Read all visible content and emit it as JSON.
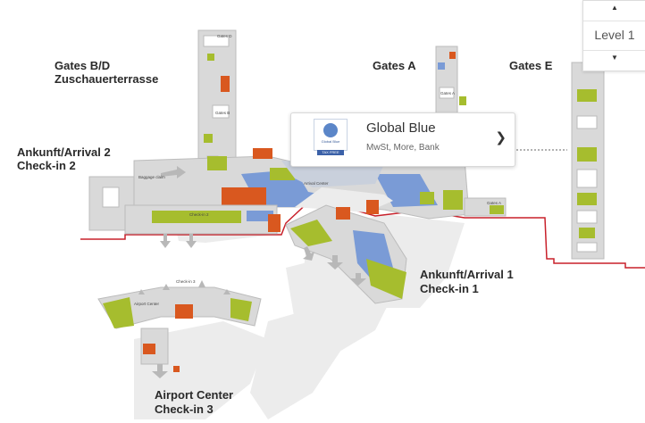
{
  "areas": {
    "gates_bd": "Gates B/D",
    "terrace": "Zuschauerterrasse",
    "gates_a": "Gates A",
    "gates_e": "Gates E",
    "arrival2": "Ankunft/Arrival 2",
    "checkin2": "Check-in 2",
    "arrival1": "Ankunft/Arrival 1",
    "checkin1": "Check-in 1",
    "airport_center": "Airport Center",
    "checkin3": "Check-in 3"
  },
  "popup": {
    "title": "Global Blue",
    "subtitle": "MwSt, More, Bank",
    "logo_text": "Global Blue",
    "logo_badge": "TAX FREE"
  },
  "level": {
    "label": "Level 1",
    "up_icon": "▲",
    "down_icon": "▼"
  },
  "colors": {
    "building": "#dcdcdc",
    "green": "#a6bd2e",
    "orange": "#d9581f",
    "blue": "#7a9bd6",
    "walkway": "#ececec",
    "boundary": "#c8202a"
  },
  "small_labels": {
    "gates_bd_top": "Gates D",
    "gates_b": "Gates B",
    "gates_a_small": "Gates A",
    "gates_a_south": "Gates A",
    "checkin2_small": "Check-in 2",
    "airport_center_small": "Airport Center",
    "arrival_center": "Arrival Center",
    "baggage": "Baggage claim",
    "checkin3_small": "Check-in 3"
  }
}
